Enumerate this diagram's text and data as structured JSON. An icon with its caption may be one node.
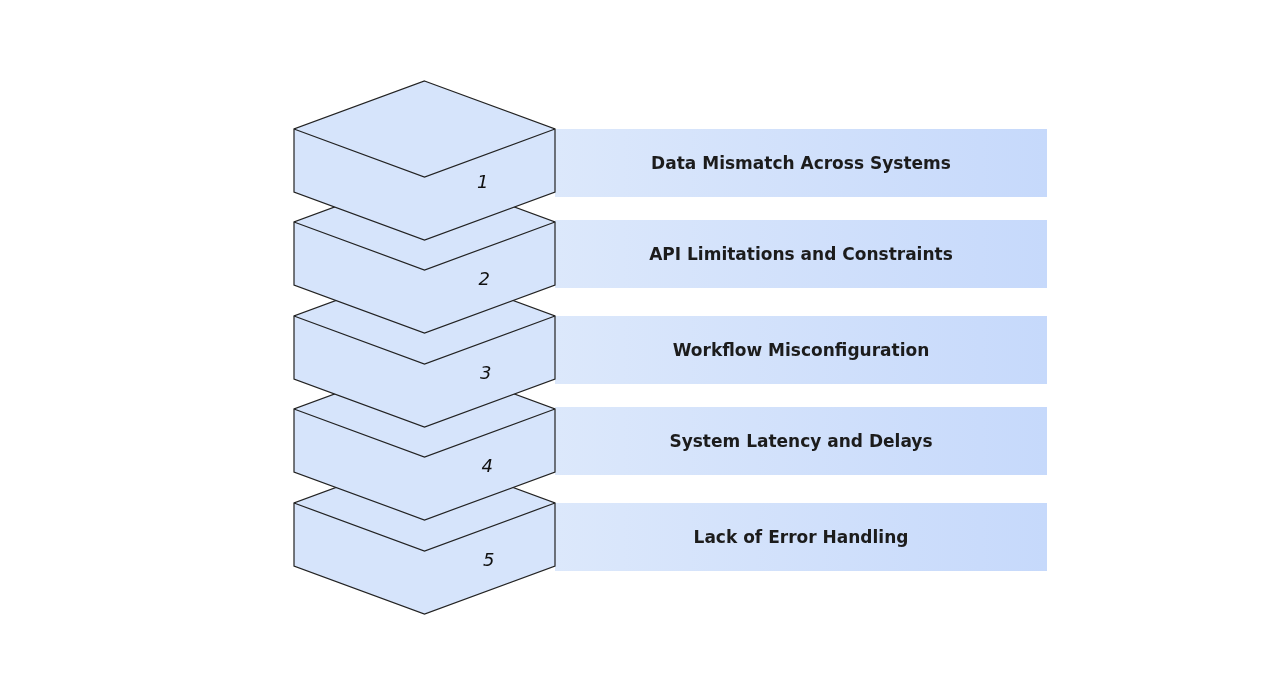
{
  "diagram": {
    "nodes": [
      {
        "text": [
          "1"
        ]
      },
      {
        "text": [
          "Data Mismatch Across Systems"
        ]
      },
      {
        "text": [
          "2"
        ]
      },
      {
        "text": [
          "API Limitations and Constraints"
        ]
      },
      {
        "text": [
          "3"
        ]
      },
      {
        "text": [
          "Workflow Misconfiguration"
        ]
      },
      {
        "text": [
          "4"
        ]
      },
      {
        "text": [
          "System Latency and Delays"
        ]
      },
      {
        "text": [
          "5"
        ]
      },
      {
        "text": [
          "Lack of Error Handling"
        ]
      }
    ]
  }
}
